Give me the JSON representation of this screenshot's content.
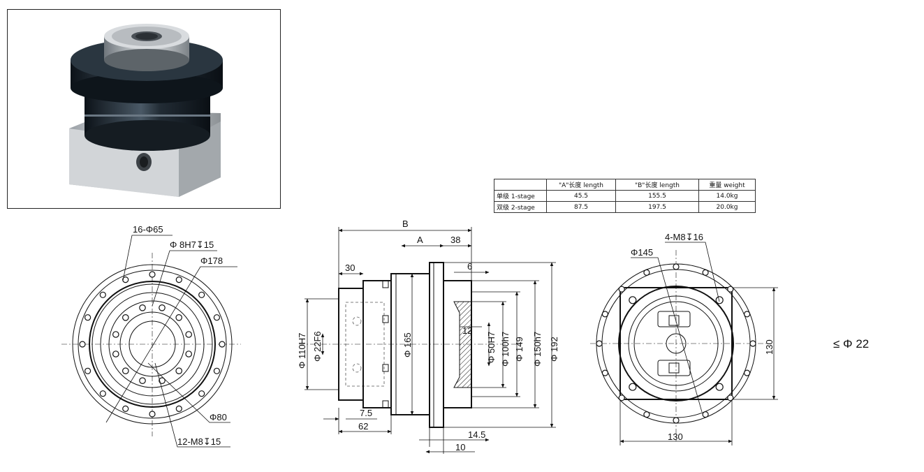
{
  "table": {
    "headers": [
      "",
      "\"A\"长度 length",
      "\"B\"长度  length",
      "重量 weight"
    ],
    "rows": [
      {
        "stage": "单级 1-stage",
        "a": "45.5",
        "b": "155.5",
        "weight": "14.0kg"
      },
      {
        "stage": "双级 2-stage",
        "a": "87.5",
        "b": "197.5",
        "weight": "20.0kg"
      }
    ]
  },
  "front_view": {
    "holes_outer": "16-Φ65",
    "pin": "Φ 8H7↧15",
    "pcd": "Φ178",
    "bore": "Φ80",
    "taps": "12-M8↧15"
  },
  "side_view": {
    "b": "B",
    "a": "A",
    "len38": "38",
    "len30": "30",
    "len6": "6",
    "d110": "Φ 110H7",
    "d22": "Φ 22F6",
    "d165": "Φ 165",
    "len12": "12",
    "d50": "Φ 50H7",
    "d100": "Φ 100h7",
    "d149": "Φ 149",
    "d150": "Φ 150h7",
    "d192": "Φ 192",
    "len7_5": "7.5",
    "len62": "62",
    "len14_5": "14.5",
    "len10": "10"
  },
  "back_view": {
    "taps": "4-M8↧16",
    "pcd": "Φ145",
    "square_h": "130",
    "square_w": "130"
  },
  "note": "≤ Φ 22",
  "colors": {
    "line": "#111111",
    "photo_body": "#1c2630",
    "photo_base": "#c8ccd0"
  }
}
